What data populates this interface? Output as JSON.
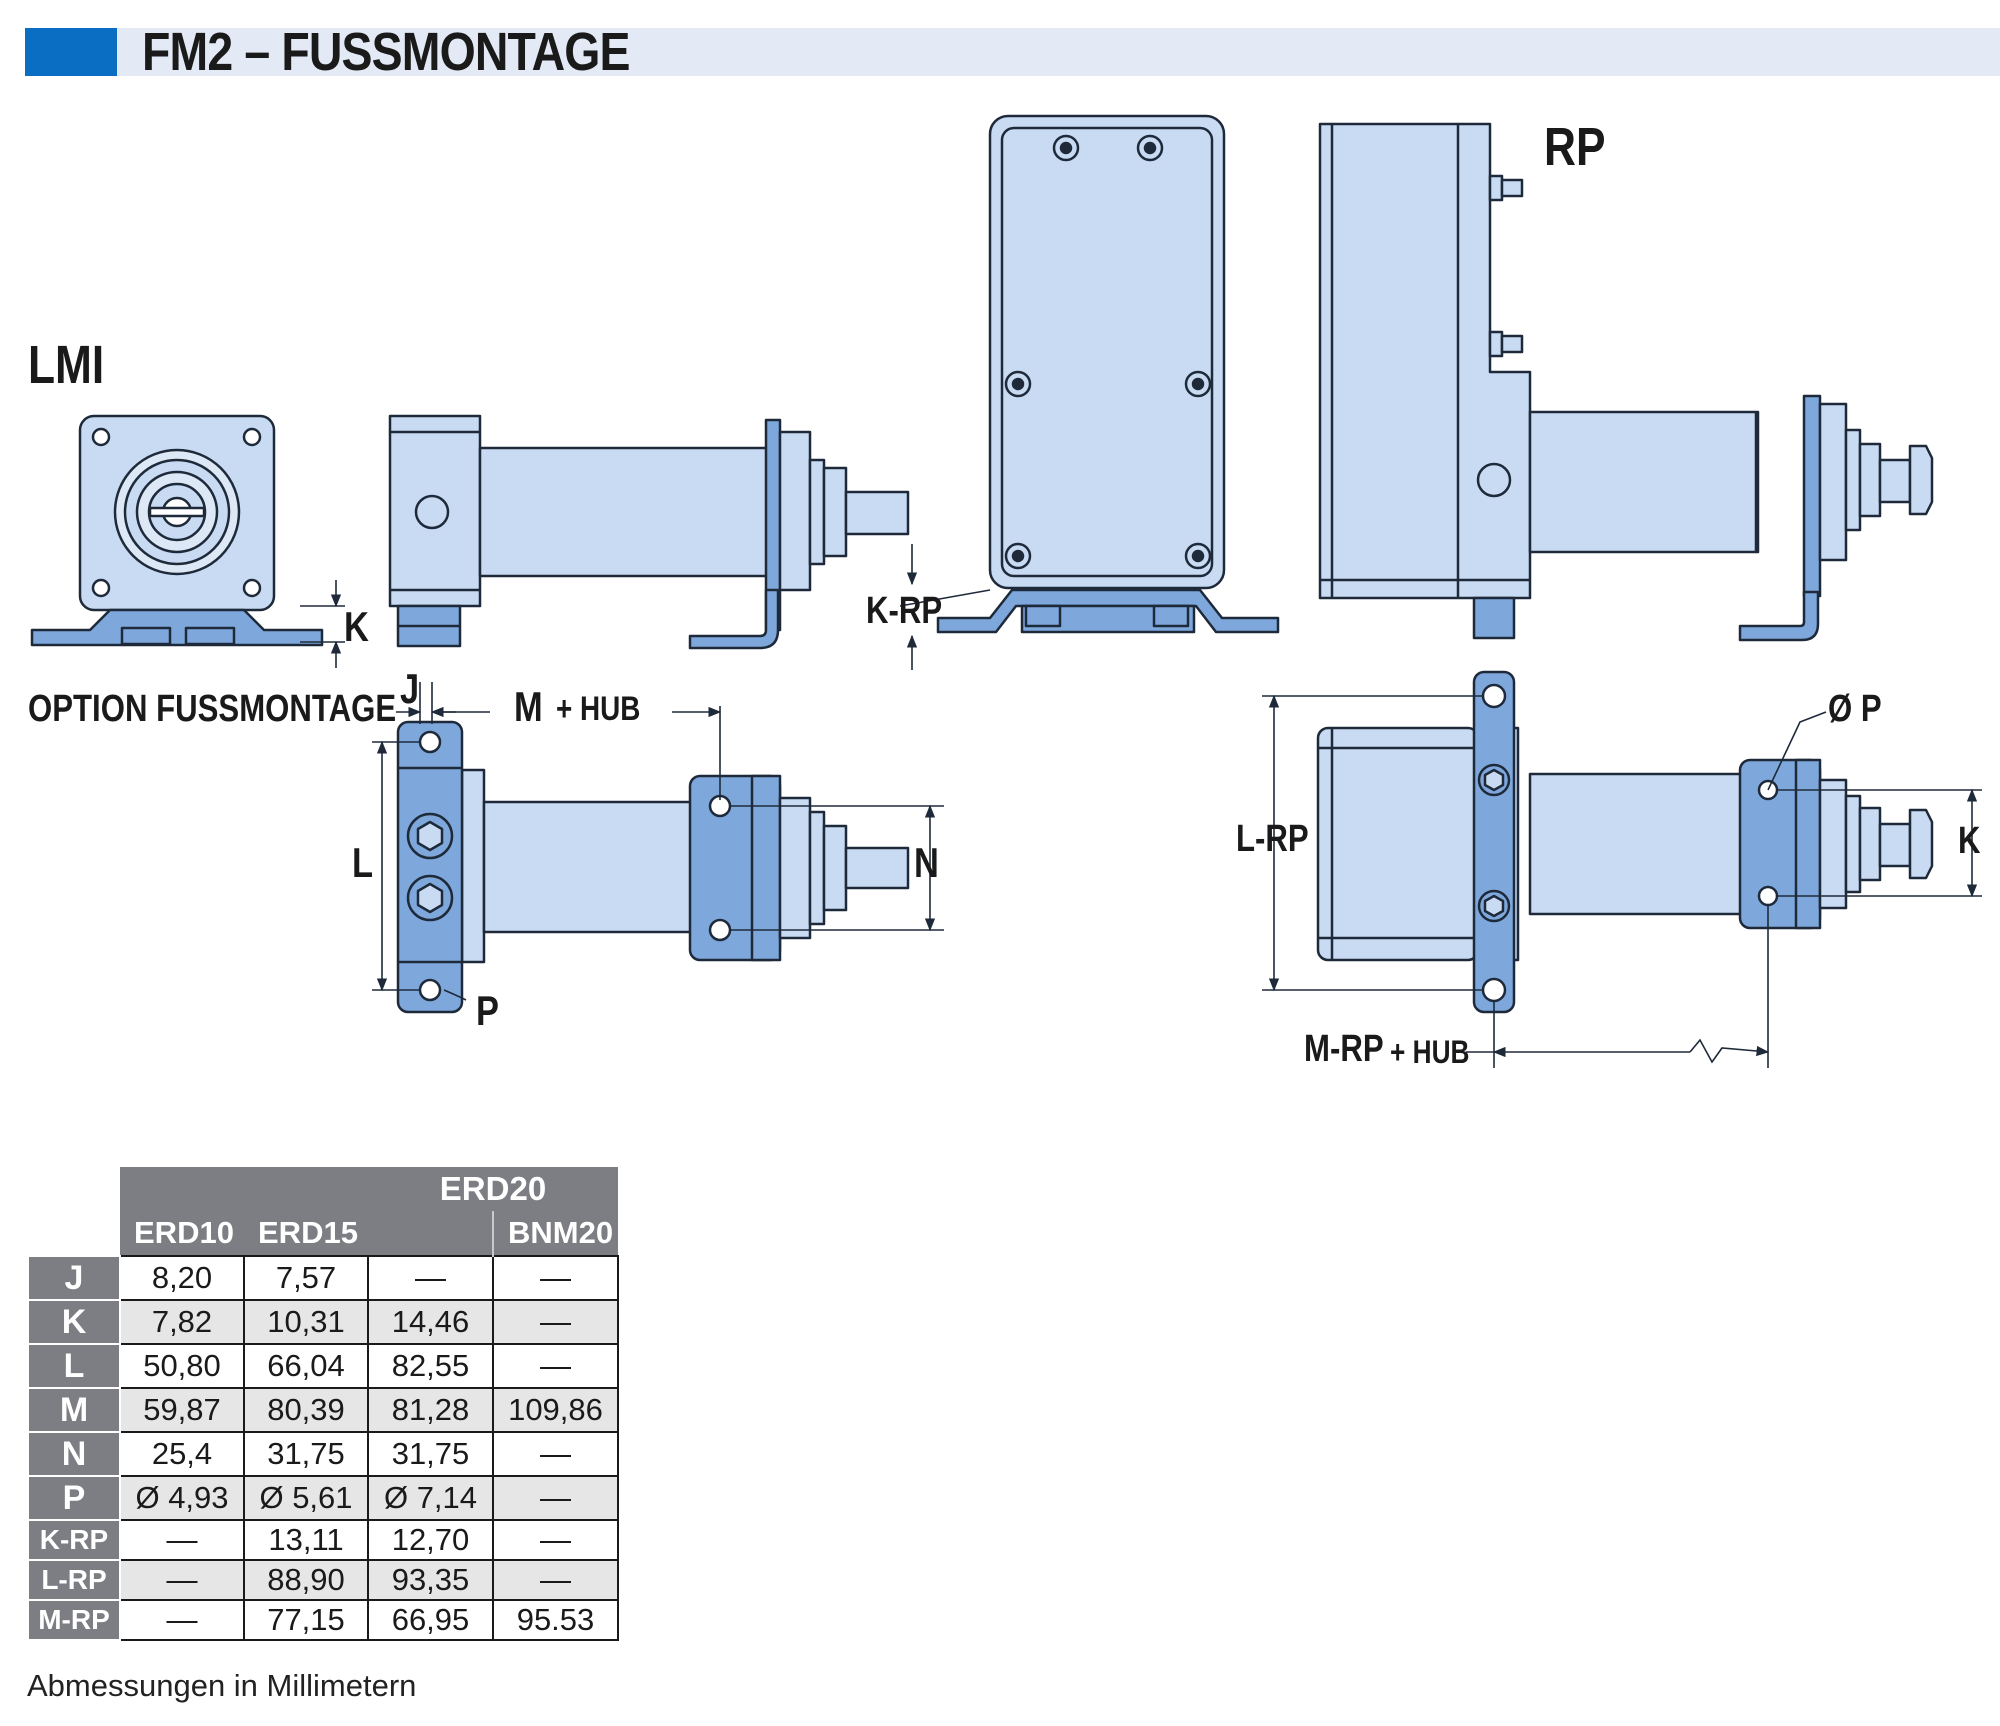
{
  "header": {
    "title": "FM2 – FUSSMONTAGE",
    "accent_color": "#0a6fc2",
    "band_color": "#e3eaf5"
  },
  "drawing": {
    "label_lmi": "LMI",
    "label_rp": "RP",
    "label_option": "OPTION FUSSMONTAGE",
    "dim_k": "K",
    "dim_j": "J",
    "dim_m": "M",
    "dim_hub": "+ HUB",
    "dim_l": "L",
    "dim_n": "N",
    "dim_p": "P",
    "dim_krp": "K-RP",
    "dim_lrp": "L-RP",
    "dim_mrp": "M-RP",
    "dim_phi_p": "Ø P",
    "dim_k_right": "K",
    "fill_color": "#c8dbf2",
    "flange_color": "#7ea8dc",
    "line_color": "#1e2a3a"
  },
  "table": {
    "group_header": "ERD20",
    "columns": [
      "ERD10",
      "ERD15",
      "BNM20"
    ],
    "rows": [
      {
        "label": "J",
        "values": [
          "8,20",
          "7,57",
          "—",
          "—"
        ]
      },
      {
        "label": "K",
        "values": [
          "7,82",
          "10,31",
          "14,46",
          "—"
        ]
      },
      {
        "label": "L",
        "values": [
          "50,80",
          "66,04",
          "82,55",
          "—"
        ]
      },
      {
        "label": "M",
        "values": [
          "59,87",
          "80,39",
          "81,28",
          "109,86"
        ]
      },
      {
        "label": "N",
        "values": [
          "25,4",
          "31,75",
          "31,75",
          "—"
        ]
      },
      {
        "label": "P",
        "values": [
          "Ø 4,93",
          "Ø 5,61",
          "Ø 7,14",
          "—"
        ]
      },
      {
        "label": "K-RP",
        "values": [
          "—",
          "13,11",
          "12,70",
          "—"
        ]
      },
      {
        "label": "L-RP",
        "values": [
          "—",
          "88,90",
          "93,35",
          "—"
        ]
      },
      {
        "label": "M-RP",
        "values": [
          "—",
          "77,15",
          "66,95",
          "95.53"
        ]
      }
    ]
  },
  "footnote": "Abmessungen in Millimetern"
}
